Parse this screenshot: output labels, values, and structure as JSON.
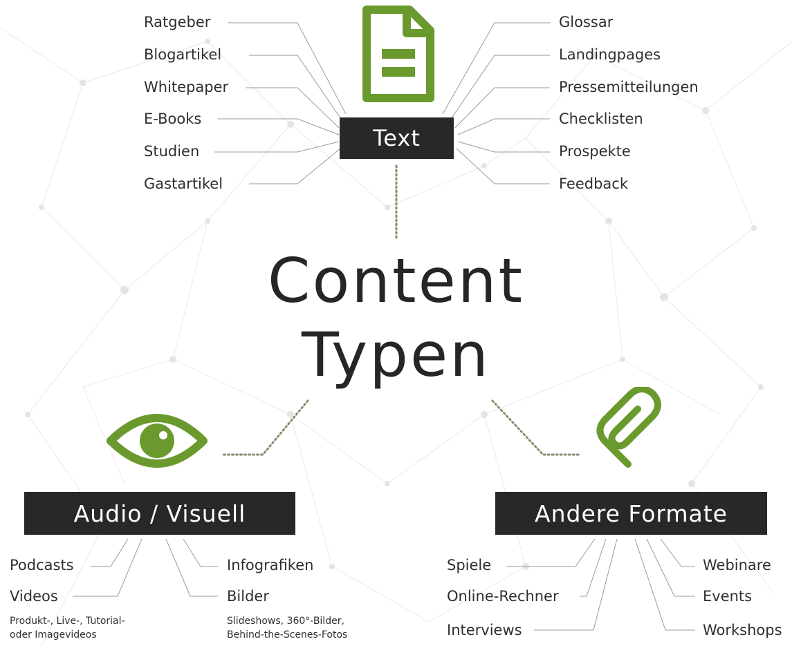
{
  "title": {
    "line1": "Content",
    "line2": "Typen"
  },
  "colors": {
    "accent": "#6a9a2e",
    "badge": "#282828"
  },
  "text_group": {
    "heading": "Text",
    "icon": "document-icon",
    "left": [
      "Ratgeber",
      "Blogartikel",
      "Whitepaper",
      "E-Books",
      "Studien",
      "Gastartikel"
    ],
    "right": [
      "Glossar",
      "Landingpages",
      "Pressemitteilungen",
      "Checklisten",
      "Prospekte",
      "Feedback"
    ]
  },
  "audio_group": {
    "heading": "Audio / Visuell",
    "icon": "eye-icon",
    "items": [
      "Podcasts",
      "Videos",
      "Infografiken",
      "Bilder"
    ],
    "videos_note_1": "Produkt-, Live-, Tutorial-",
    "videos_note_2": "oder Imagevideos",
    "bilder_note_1": "Slideshows, 360°-Bilder,",
    "bilder_note_2": "Behind-the-Scenes-Fotos"
  },
  "other_group": {
    "heading": "Andere Formate",
    "icon": "paperclip-icon",
    "left": [
      "Spiele",
      "Online-Rechner",
      "Interviews"
    ],
    "right": [
      "Webinare",
      "Events",
      "Workshops"
    ]
  }
}
